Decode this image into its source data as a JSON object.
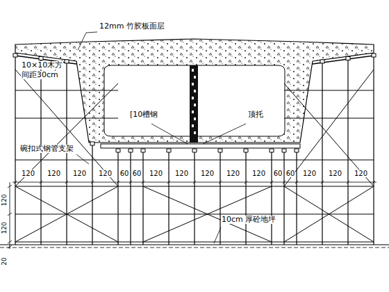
{
  "diagram": {
    "labels": [
      "12mm 竹胶板面层",
      "10×10木方",
      "间距30cm",
      "[10槽钢",
      "顶托",
      "碗扣式钢管支架",
      "120",
      "120",
      "120",
      "120",
      "60",
      "60",
      "120",
      "120",
      "120",
      "120",
      "120",
      "60",
      "60",
      "120",
      "120",
      "120",
      "120",
      "120",
      "20",
      "10cm 厚砼地坪"
    ]
  }
}
